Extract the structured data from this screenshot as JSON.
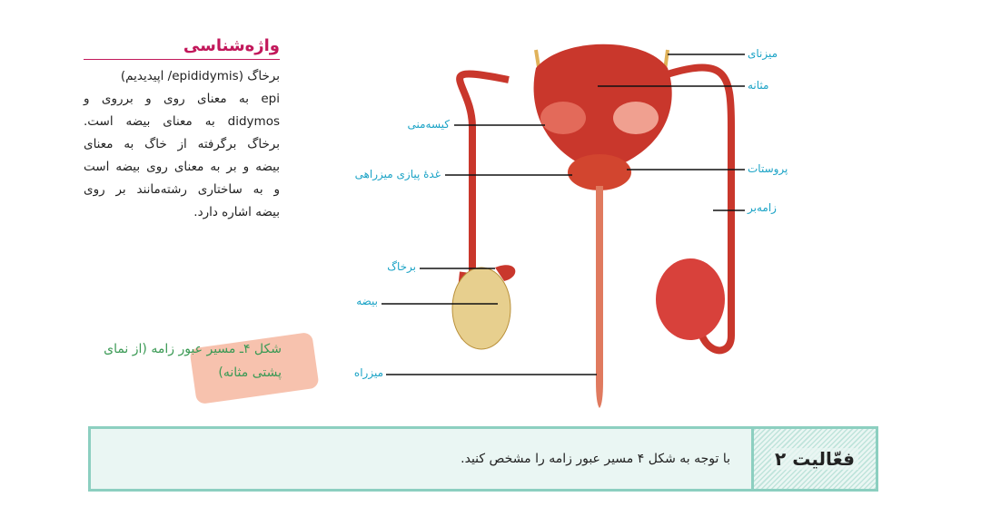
{
  "glossary": {
    "title": "واژه‌شناسی",
    "lines": [
      "برخاگ (epididymis/ اپیدیدیم)",
      "epi به معنای روی و برروی و",
      "didymos به معنای بیضه است.",
      "برخاگ برگرفته از خاگ به معنای",
      "بیضه و بر به معنای روی بیضه است",
      "و به ساختاری رشته‌مانند بر روی",
      "بیضه اشاره دارد."
    ]
  },
  "figure": {
    "caption_line1": "شکل ۴ـ مسیر عبور زامه (از نمای",
    "caption_line2": "پشتی مثانه)",
    "labels": {
      "ureter": "میزنای",
      "bladder": "مثانه",
      "seminal_vesicle": "کیسه‌منی",
      "prostate": "پروستات",
      "bulbourethral_gland": "غدهٔ پیازی میزراهی",
      "vas_deferens": "زامه‌بر",
      "epididymis": "برخاگ",
      "testis": "بیضه",
      "urethra": "میزراه"
    }
  },
  "activity": {
    "title": "فعّالیت ۲",
    "text": "با توجه به شکل ۴ مسیر عبور زامه را مشخص کنید."
  }
}
